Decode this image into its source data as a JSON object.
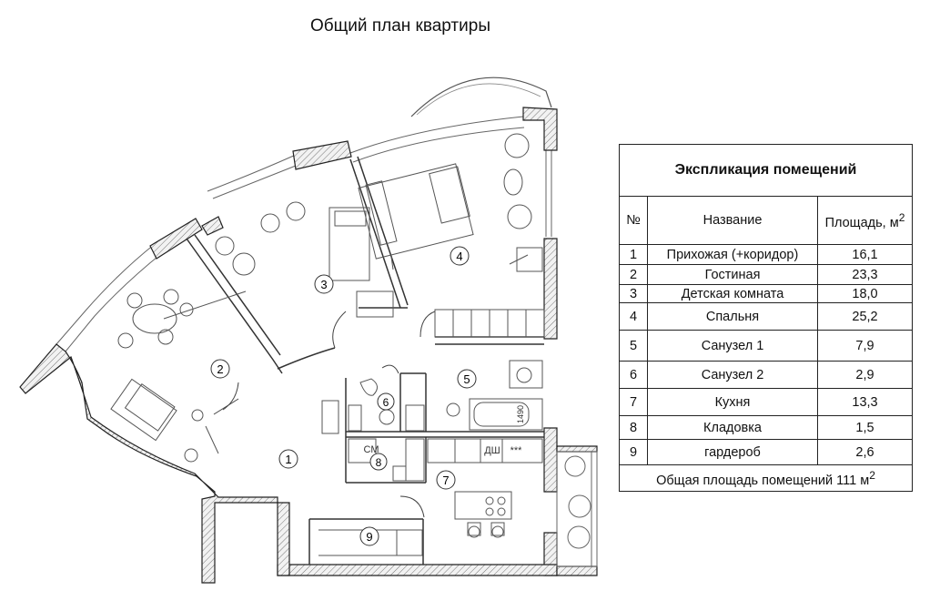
{
  "title": "Общий план квартиры",
  "room_labels": [
    "1",
    "2",
    "3",
    "4",
    "5",
    "6",
    "7",
    "8",
    "9"
  ],
  "fixture_labels": {
    "wash": "СМ",
    "dish": "ДШ",
    "hob": "***",
    "tub": "1490"
  },
  "table": {
    "caption": "Экспликация помещений",
    "headers": {
      "no": "№",
      "name": "Название",
      "area": "Площадь, м",
      "area_sup": "2"
    },
    "rows": [
      {
        "no": "1",
        "name": "Прихожая (+коридор)",
        "area": "16,1"
      },
      {
        "no": "2",
        "name": "Гостиная",
        "area": "23,3"
      },
      {
        "no": "3",
        "name": "Детская комната",
        "area": "18,0"
      },
      {
        "no": "4",
        "name": "Спальня",
        "area": "25,2"
      },
      {
        "no": "5",
        "name": "Санузел 1",
        "area": "7,9"
      },
      {
        "no": "6",
        "name": "Санузел 2",
        "area": "2,9"
      },
      {
        "no": "7",
        "name": "Кухня",
        "area": "13,3"
      },
      {
        "no": "8",
        "name": "Кладовка",
        "area": "1,5"
      },
      {
        "no": "9",
        "name": "гардероб",
        "area": "2,6"
      }
    ],
    "total_label": "Общая площадь помещений  111 м",
    "total_sup": "2"
  }
}
